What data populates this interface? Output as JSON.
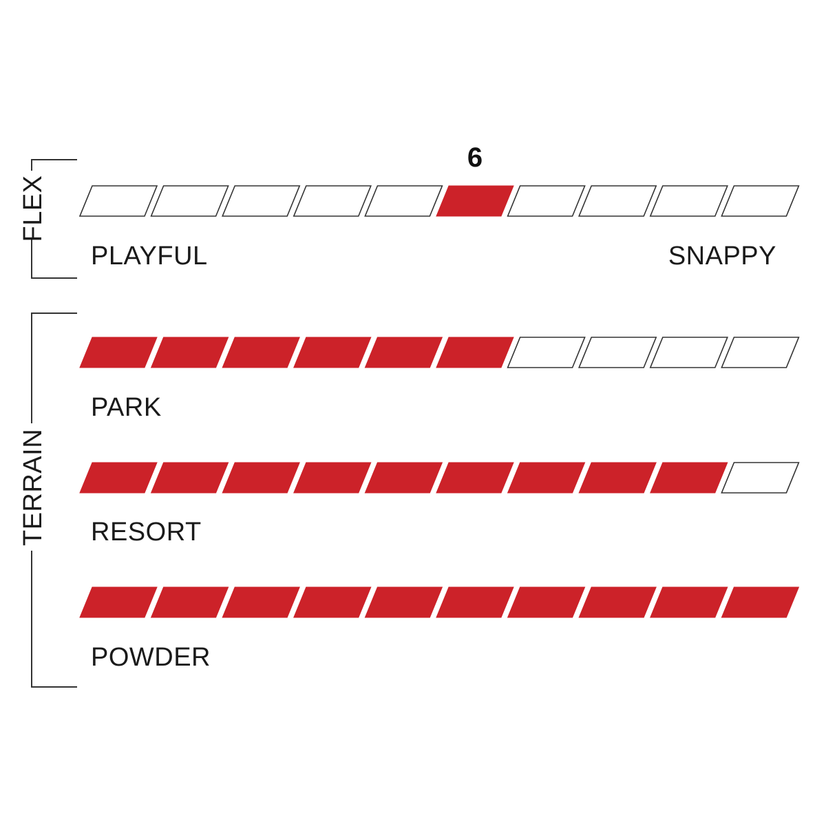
{
  "colors": {
    "fill": "#cc2229",
    "outline": "#333333"
  },
  "chart_data": {
    "type": "bar",
    "segments_per_scale": 10,
    "groups": [
      {
        "name": "FLEX",
        "scales": [
          {
            "id": "flex",
            "mode": "single",
            "value": 6,
            "value_label": "6",
            "left_label": "PLAYFUL",
            "right_label": "SNAPPY"
          }
        ]
      },
      {
        "name": "TERRAIN",
        "scales": [
          {
            "id": "park",
            "mode": "fill",
            "value": 6,
            "left_label": "PARK"
          },
          {
            "id": "resort",
            "mode": "fill",
            "value": 9,
            "left_label": "RESORT"
          },
          {
            "id": "powder",
            "mode": "fill",
            "value": 10,
            "left_label": "POWDER"
          }
        ]
      }
    ]
  }
}
